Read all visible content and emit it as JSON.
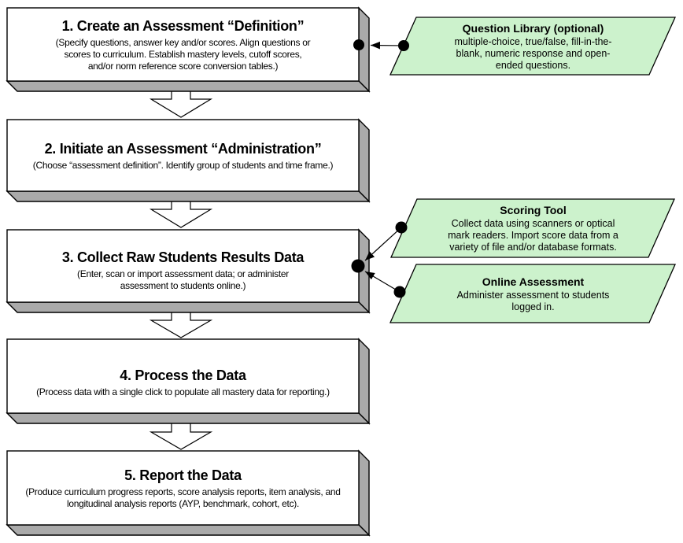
{
  "diagram": {
    "colors": {
      "box_fill": "#ffffff",
      "box_shadow": "#aaaaaa",
      "outline": "#000000",
      "callout_fill": "#ccf2cc",
      "connector": "#000000"
    },
    "steps": [
      {
        "title": "1. Create an Assessment “Definition”",
        "description": "(Specify questions, answer key and/or scores. Align questions or\nscores to curriculum. Establish mastery levels, cutoff scores,\nand/or norm reference score conversion tables.)"
      },
      {
        "title": "2. Initiate an Assessment “Administration”",
        "description": "(Choose “assessment definition”. Identify group of students and time frame.)"
      },
      {
        "title": "3. Collect Raw Students Results Data",
        "description": "(Enter, scan or import assessment data; or administer\nassessment to students online.)"
      },
      {
        "title": "4. Process the Data",
        "description": "(Process data with a single click to populate all mastery data for reporting.)"
      },
      {
        "title": "5. Report the Data",
        "description": "(Produce curriculum progress reports, score analysis reports, item analysis, and\nlongitudinal analysis reports (AYP, benchmark, cohort, etc)."
      }
    ],
    "callouts": [
      {
        "title": "Question Library (optional)",
        "description": "multiple-choice, true/false, fill-in-the-\nblank, numeric response and open-\nended questions."
      },
      {
        "title": "Scoring Tool",
        "description": "Collect data using scanners or optical\nmark readers. Import score data from a\nvariety of file and/or database formats."
      },
      {
        "title": "Online Assessment",
        "description": "Administer assessment to students\nlogged in."
      }
    ]
  }
}
